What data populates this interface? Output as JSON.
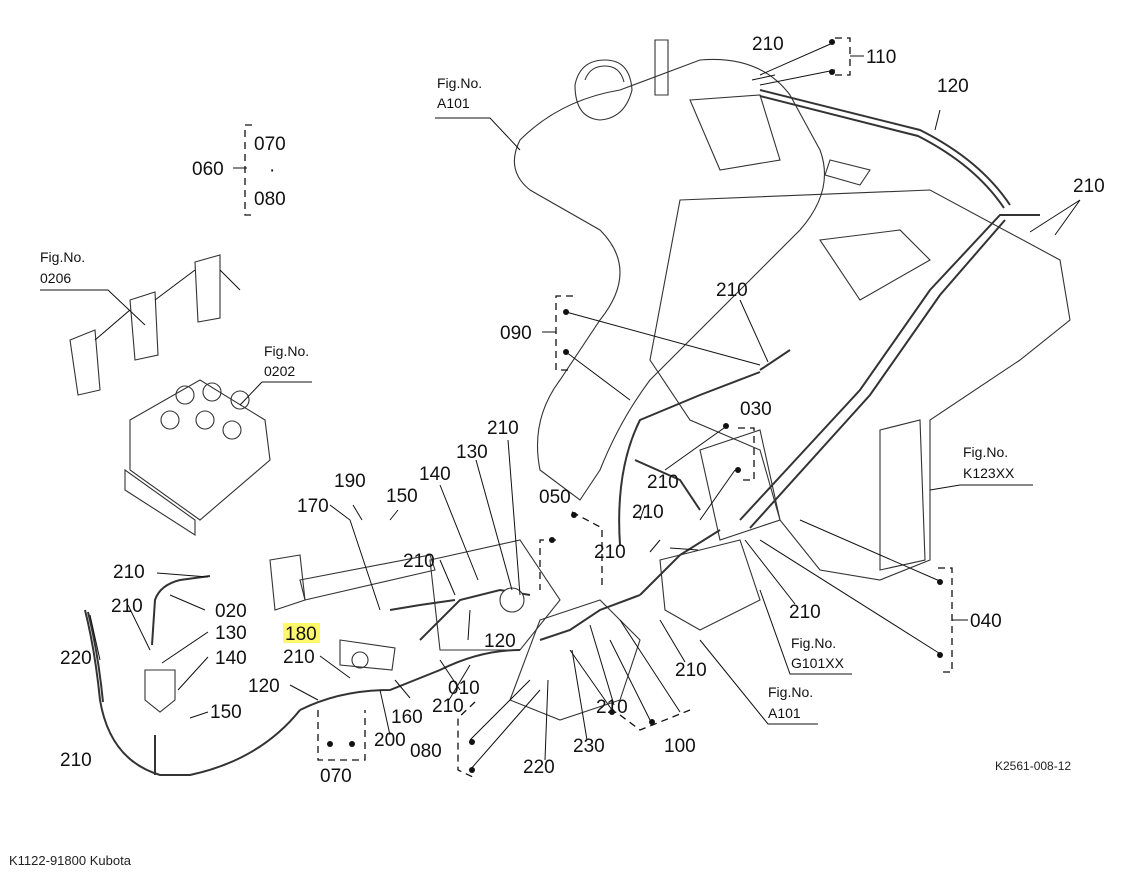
{
  "caption": "K1122-91800 Kubota",
  "drawing_code": "K2561-008-12",
  "highlight_color": "#fff86a",
  "figure_refs": {
    "a101_top": {
      "line1": "Fig.No.",
      "line2": "A101"
    },
    "f0206": {
      "line1": "Fig.No.",
      "line2": "0206"
    },
    "f0202": {
      "line1": "Fig.No.",
      "line2": "0202"
    },
    "k123xx": {
      "line1": "Fig.No.",
      "line2": "K123XX"
    },
    "g101xx": {
      "line1": "Fig.No.",
      "line2": "G101XX"
    },
    "a101_bottom": {
      "line1": "Fig.No.",
      "line2": "A101"
    }
  },
  "callouts": {
    "c060": "060",
    "c070_top": "070",
    "c070_dot": "·",
    "c080_top": "080",
    "c110": "110",
    "c120_top": "120",
    "c210_a": "210",
    "c210_b": "210",
    "c090": "090",
    "c210_c": "210",
    "c030": "030",
    "c210_d": "210",
    "c210_e": "210",
    "c130_mid": "130",
    "c140_mid": "140",
    "c190": "190",
    "c170": "170",
    "c150_mid": "150",
    "c050": "050",
    "c210_f": "210",
    "c210_g": "210",
    "c120_mid": "120",
    "c210_h": "210",
    "c040": "040",
    "c210_i": "210",
    "c020": "020",
    "c210_j": "210",
    "c130_left": "130",
    "c140_left": "140",
    "c220_left": "220",
    "c150_left": "150",
    "c210_k": "210",
    "c180": "180",
    "c210_l": "210",
    "c120_left": "120",
    "c010": "010",
    "c160": "160",
    "c210_m": "210",
    "c200": "200",
    "c080_bottom": "080",
    "c070_bottom": "070",
    "c220_bottom": "220",
    "c230": "230",
    "c210_n": "210",
    "c210_o": "210",
    "c100": "100",
    "c210_p": "210"
  }
}
